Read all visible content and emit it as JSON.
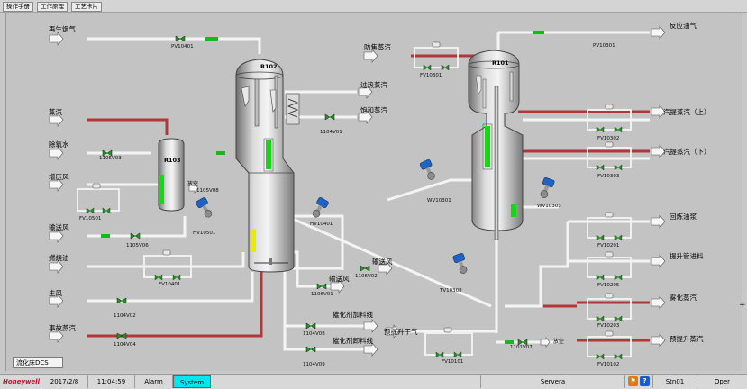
{
  "tabs": [
    "操作手册",
    "工作原理",
    "工艺卡片"
  ],
  "vessels": {
    "r102": "R102",
    "r101": "R101",
    "r103": "R103"
  },
  "streams_left": {
    "regen_flue": "再生烟气",
    "steam": "蒸汽",
    "deoxy_water": "除氧水",
    "boost_air": "增压风",
    "transport_air": "输送风",
    "fuel_oil": "燃烧油",
    "main_air": "主风",
    "emergency_steam": "事故蒸汽"
  },
  "streams_mid": {
    "superheat_steam": "过热蒸汽",
    "sat_steam": "饱和蒸汽",
    "transport_air_2": "输送风",
    "transport_air_3": "输送风",
    "catalyst_feed": "催化剂加料线",
    "catalyst_unload": "催化剂卸料线",
    "coke_steam": "防焦蒸汽",
    "prelift_dry_gas": "预提升干气",
    "vent_1": "放空",
    "vent_2": "放空"
  },
  "streams_right": {
    "reaction_oil_gas": "反应油气",
    "strip_steam_upper": "汽提蒸汽（上）",
    "strip_steam_lower": "汽提蒸汽（下）",
    "recycle_slurry": "回炼油浆",
    "riser_feed": "提升管进料",
    "atomize_steam": "雾化蒸汽",
    "prelift_steam": "预提升蒸汽"
  },
  "valve_tags": {
    "pv10401": "PV10401",
    "v1105v03": "1105V03",
    "fv10501": "FV10501",
    "v1105v06": "1105V06",
    "fv10401": "FV10401",
    "v1104v02": "1104V02",
    "v1104v04": "1104V04",
    "v1105v08": "1105V08",
    "hv10501": "HV10501",
    "hv10401": "HV10401",
    "v1104v01": "1104V01",
    "v1106v02": "1106V02",
    "v1106v01": "1106V01",
    "v1104v08": "1104V08",
    "v1104v09": "1104V09",
    "fv10301": "FV10301",
    "pv10301": "PV10301",
    "wv10301": "WV10301",
    "wv10303": "WV10303",
    "tv10308": "TV10308",
    "fv10101": "FV10101",
    "v1101v07": "1101V07",
    "fv10302": "FV10302",
    "fv10303": "FV10303",
    "fv10201": "FV10201",
    "fv10205": "FV10205",
    "fv10203": "FV10203",
    "fv10102": "FV10102"
  },
  "screen_name": "流化床DCS",
  "status": {
    "brand": "Honeywell",
    "date": "2017/2/8",
    "time": "11:04:59",
    "alarm": "Alarm",
    "system": "System",
    "server": "Servera",
    "station": "Stn01",
    "mode": "Oper"
  },
  "levels": {
    "r102_upper": 0.33,
    "r102_lower": 0.3,
    "r101_upper": 0.43,
    "r101_lower": 0.14,
    "r103": 0.52
  },
  "colors": {
    "pipe": "#f2f2f2",
    "hot_pipe": "#b33a3a",
    "green_level": "#16d616",
    "yellow_level": "#e8e816",
    "valve_blue": "#1e64c8"
  },
  "icons": [
    "arrow-right-icon",
    "valve-icon",
    "actuator-valve-icon",
    "help-icon",
    "flag-icon"
  ]
}
